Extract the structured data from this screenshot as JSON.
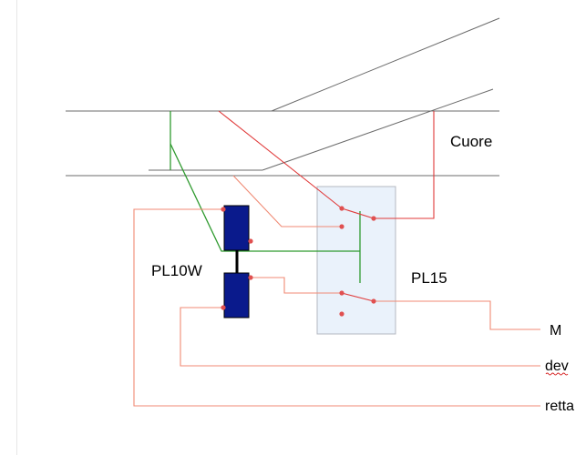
{
  "labels": {
    "cuore": "Cuore",
    "pl10w": "PL10W",
    "pl15": "PL15",
    "m": "M",
    "dev": "dev",
    "retta": "retta"
  },
  "colors": {
    "track": "#6b6b6b",
    "red_wire": "#e03a3a",
    "salmon_wire": "#f08a74",
    "green_wire": "#2f9a2f",
    "dot": "#e05050",
    "coil": "#0a1a8c",
    "switch_box_fill": "#eaf2fb",
    "switch_box_border": "#b4b8c0",
    "spell_underline": "#d62020"
  },
  "icons": {
    "coil": "solenoid-coil-icon",
    "contact": "switch-contact-dot"
  }
}
